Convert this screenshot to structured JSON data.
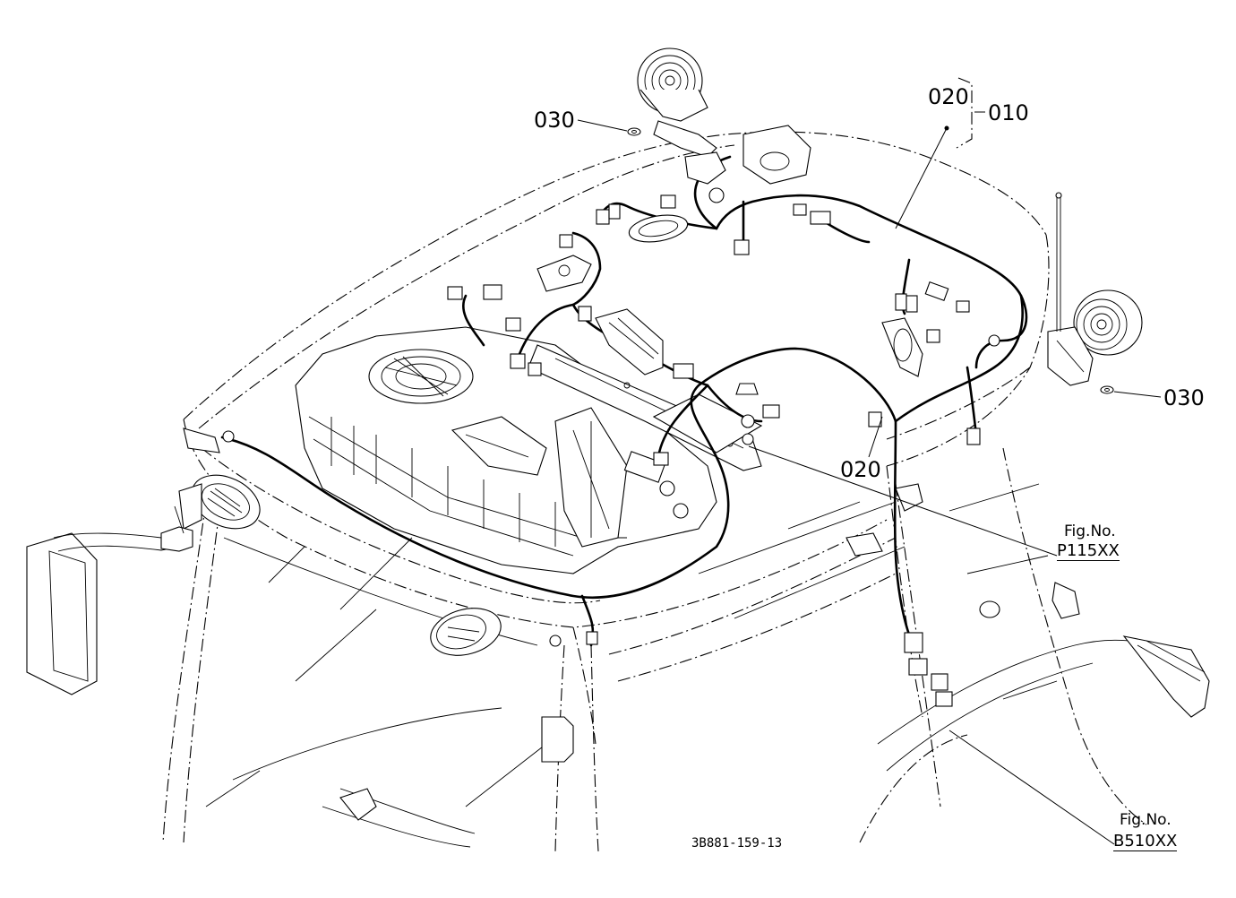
{
  "callouts": {
    "top_left_030": "030",
    "top_020": "020",
    "top_010": "010",
    "right_030": "030",
    "middle_020": "020"
  },
  "references": {
    "p115": {
      "caption": "Fig.No.",
      "number": "P115XX"
    },
    "b510": {
      "caption": "Fig.No.",
      "number": "B510XX"
    }
  },
  "drawing_code": "3B881-159-13",
  "colors": {
    "line": "#000000",
    "background": "#ffffff"
  }
}
